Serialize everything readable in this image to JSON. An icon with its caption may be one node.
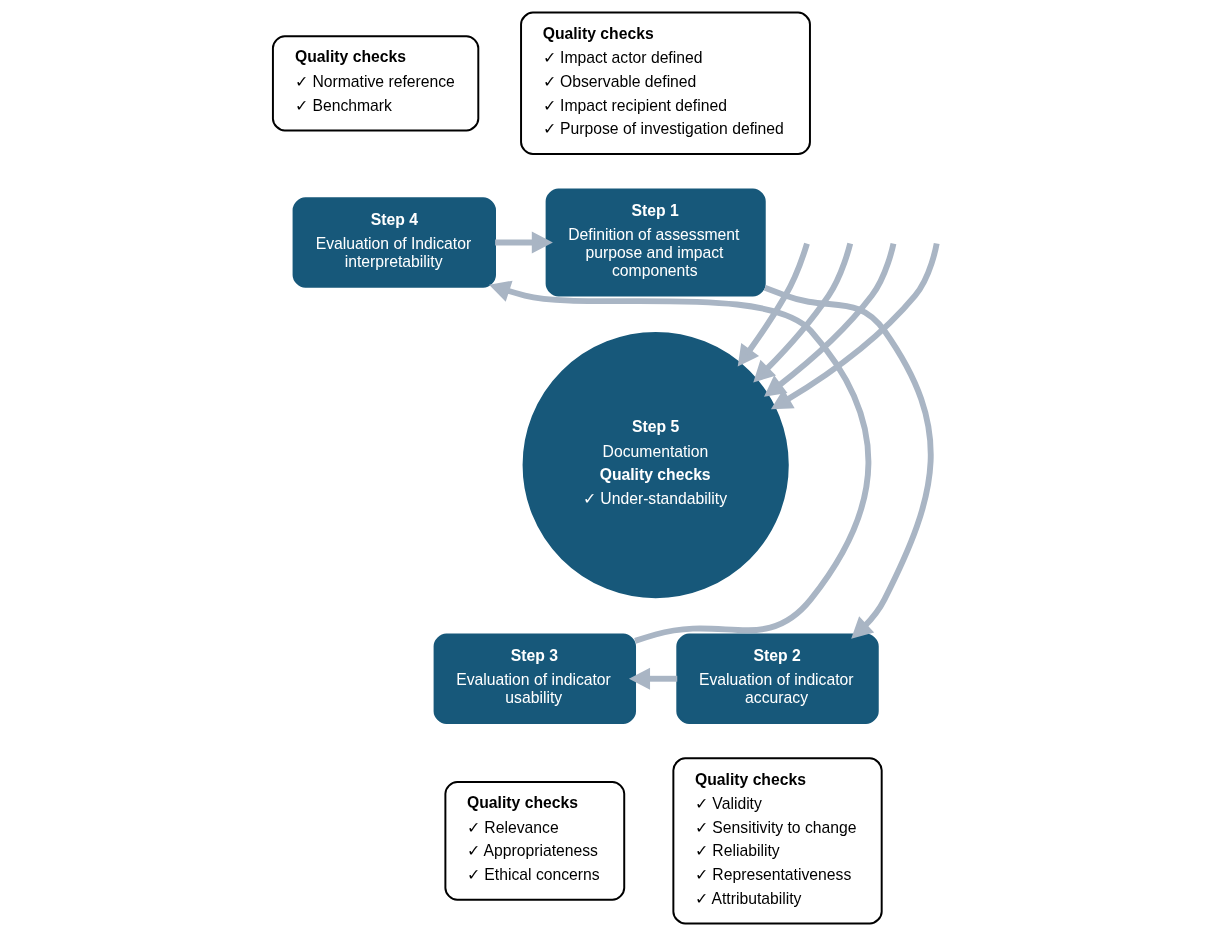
{
  "diagram": {
    "nodes": [
      {
        "text": [
          "Quality checks",
          "✓ Normative reference",
          "✓ Benchmark"
        ]
      },
      {
        "text": [
          "Quality checks",
          "✓ Impact actor defined",
          "✓ Observable defined",
          "✓ Impact recipient defined",
          "✓ Purpose of investigation defined"
        ]
      },
      {
        "text": [
          "Step 4",
          "Evaluation of Indicator interpretability"
        ]
      },
      {
        "text": [
          "Step 1",
          "Definition of assessment purpose and impact components"
        ]
      },
      {
        "text": [
          "Step 5",
          "Documentation",
          "Quality checks",
          "✓ Under-standability"
        ]
      },
      {
        "text": [
          "Step 3",
          "Evaluation of indicator usability"
        ]
      },
      {
        "text": [
          "Step 2",
          "Evaluation of indicator accuracy"
        ]
      },
      {
        "text": [
          "Quality checks",
          "✓ Relevance",
          "✓ Appropriateness",
          "✓ Ethical concerns"
        ]
      },
      {
        "text": [
          "Quality checks",
          "✓ Validity",
          "✓ Sensitivity to change",
          "✓ Reliability",
          "✓ Representativeness",
          "✓ Attributability"
        ]
      }
    ],
    "edges": [
      {
        "from": 2,
        "to": 3,
        "arrow": "to"
      },
      {
        "from": 3,
        "to": 6,
        "arrow": "to"
      },
      {
        "from": 6,
        "to": 5,
        "arrow": "to"
      },
      {
        "from": 5,
        "to": 2,
        "arrow": "to"
      },
      {
        "from": null,
        "to": 4,
        "arrow": "to"
      },
      {
        "from": null,
        "to": 4,
        "arrow": "to"
      },
      {
        "from": null,
        "to": 4,
        "arrow": "to"
      },
      {
        "from": null,
        "to": 4,
        "arrow": "to"
      }
    ]
  }
}
